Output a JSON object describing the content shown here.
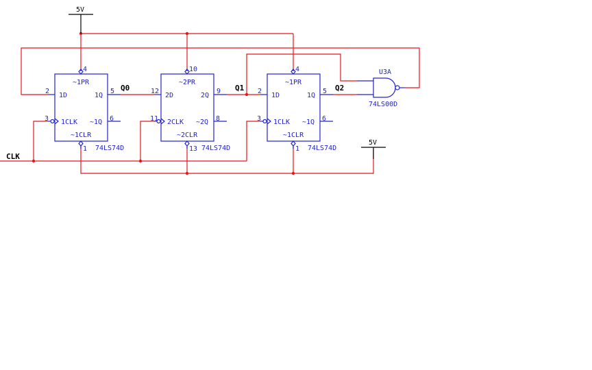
{
  "power": {
    "label": "5V"
  },
  "nets": {
    "clk": "CLK",
    "q0": "Q0",
    "q1": "Q1",
    "q2": "Q2"
  },
  "flipflops": [
    {
      "part": "74LS74D",
      "pr": "~1PR",
      "pr_pin": "4",
      "d": "1D",
      "d_pin": "2",
      "q": "1Q",
      "q_pin": "5",
      "clk": "1CLK",
      "clk_pin": "3",
      "qn": "~1Q",
      "qn_pin": "6",
      "clr": "~1CLR",
      "clr_pin": "1"
    },
    {
      "part": "74LS74D",
      "pr": "~2PR",
      "pr_pin": "10",
      "d": "2D",
      "d_pin": "12",
      "q": "2Q",
      "q_pin": "9",
      "clk": "2CLK",
      "clk_pin": "11",
      "qn": "~2Q",
      "qn_pin": "8",
      "clr": "~2CLR",
      "clr_pin": "13"
    },
    {
      "part": "74LS74D",
      "pr": "~1PR",
      "pr_pin": "4",
      "d": "1D",
      "d_pin": "2",
      "q": "1Q",
      "q_pin": "5",
      "clk": "1CLK",
      "clk_pin": "3",
      "qn": "~1Q",
      "qn_pin": "6",
      "clr": "~1CLR",
      "clr_pin": "1"
    }
  ],
  "gate": {
    "ref": "U3A",
    "part": "74LS00D"
  },
  "colors": {
    "wire": "#e8141c",
    "component": "#2020d0",
    "power": "#000000"
  }
}
